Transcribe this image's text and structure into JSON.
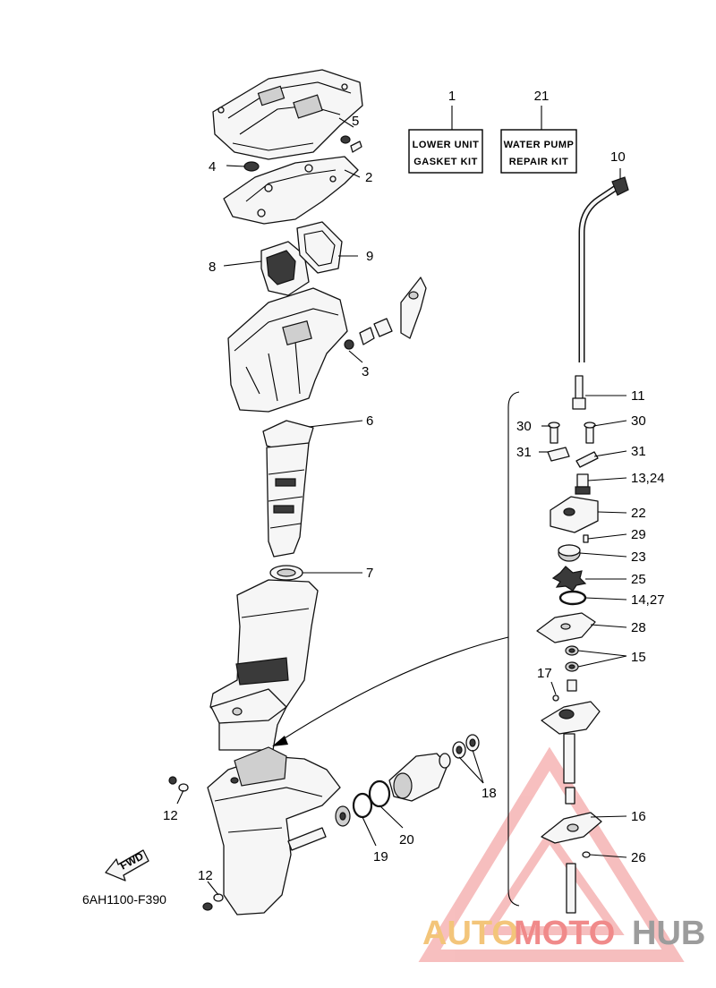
{
  "kits": {
    "lower_unit": {
      "callout": "1",
      "line1": "LOWER UNIT",
      "line2": "GASKET KIT"
    },
    "water_pump": {
      "callout": "21",
      "line1": "WATER PUMP",
      "line2": "REPAIR KIT"
    }
  },
  "callouts": {
    "c2": "2",
    "c3": "3",
    "c4": "4",
    "c5": "5",
    "c6": "6",
    "c7": "7",
    "c8": "8",
    "c9": "9",
    "c10": "10",
    "c11": "11",
    "c12a": "12",
    "c12b": "12",
    "c13_24": "13,24",
    "c14_27": "14,27",
    "c15": "15",
    "c16": "16",
    "c17": "17",
    "c18": "18",
    "c19": "19",
    "c20": "20",
    "c22": "22",
    "c23": "23",
    "c25": "25",
    "c26": "26",
    "c28": "28",
    "c29": "29",
    "c30a": "30",
    "c30b": "30",
    "c31a": "31",
    "c31b": "31"
  },
  "fwd_label": "FWD",
  "drawing_code": "6AH1100-F390",
  "watermark": {
    "part1": "AUTO",
    "part2": "MOTO",
    "part3": "HUB"
  },
  "colors": {
    "watermark_orange": "#f3c57a",
    "watermark_red": "#f08a8a",
    "watermark_gray": "#9c9c9c"
  }
}
